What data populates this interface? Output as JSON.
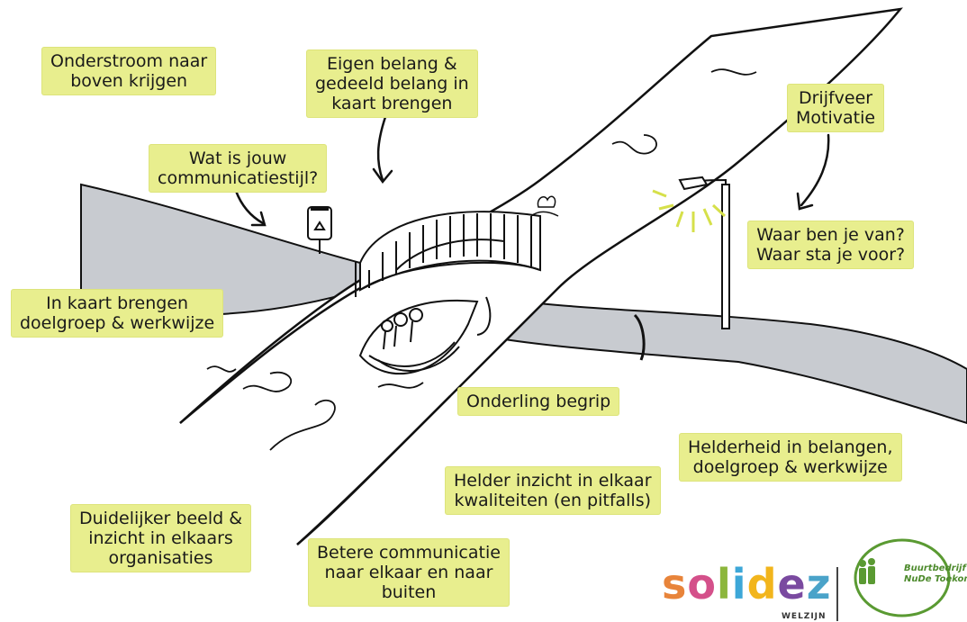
{
  "notes": {
    "onderstroom": "Onderstroom naar\nboven krijgen",
    "eigen_belang": "Eigen belang &\ngedeeld belang in\nkaart brengen",
    "drijfveer": "Drijfveer\nMotivatie",
    "communicatiestijl": "Wat is jouw\ncommunicatiestijl?",
    "waar_ben_je": "Waar ben je van?\nWaar sta je voor?",
    "in_kaart": "In kaart brengen\ndoelgroep & werkwijze",
    "onderling": "Onderling begrip",
    "helderheid": "Helderheid in belangen,\ndoelgroep & werkwijze",
    "helder_inzicht": "Helder inzicht in elkaar\nkwaliteiten (en pitfalls)",
    "duidelijker": "Duidelijker beeld &\ninzicht in elkaars\norganisaties",
    "betere": "Betere communicatie\nnaar elkaar en naar\nbuiten"
  },
  "logos": {
    "solidez_letters": [
      "s",
      "o",
      "l",
      "i",
      "d",
      "e",
      "z"
    ],
    "solidez_colors": [
      "#e8843a",
      "#d4508a",
      "#8cb63c",
      "#3da7d8",
      "#f2b51c",
      "#7a4aa0",
      "#4aa3c9"
    ],
    "solidez_sub": "WELZIJN",
    "nude_line1": "Buurtbedrijf",
    "nude_line2": "NuDe Toekomst",
    "nude_color": "#5a9a32"
  },
  "colors": {
    "highlight": "#e8ee8e",
    "road": "#c9ccd1",
    "ink": "#111111"
  }
}
